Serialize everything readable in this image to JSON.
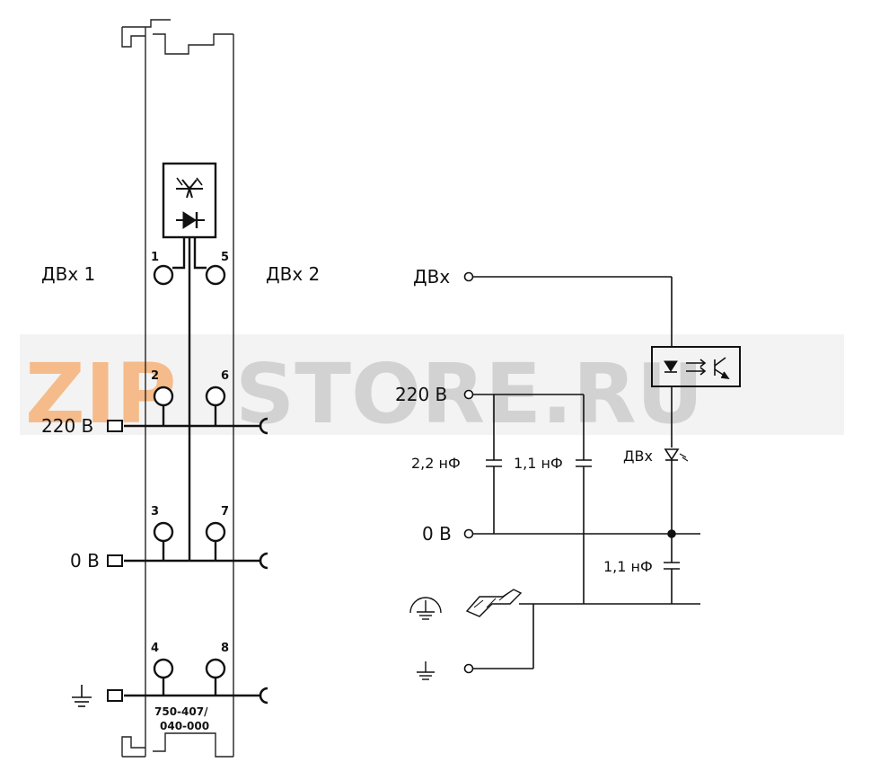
{
  "watermark": {
    "text_a": "ZIP",
    "text_b": "STORE.RU",
    "color_a": "#f2a564",
    "color_b": "#c8c8c8"
  },
  "module": {
    "label_left": "ДВх 1",
    "label_right": "ДВх 2",
    "terminals": [
      "1",
      "5",
      "2",
      "6",
      "3",
      "7",
      "4",
      "8"
    ],
    "rail_220": "220 В",
    "rail_0": "0 В",
    "article_line1": "750-407/",
    "article_line2": "040-000"
  },
  "schematic": {
    "input_label": "ДВх",
    "supply_label": "220 В",
    "zero_label": "0 В",
    "cap1_label": "2,2 нФ",
    "cap2_label": "1,1 нФ",
    "cap3_label": "1,1 нФ",
    "led_label": "ДВх"
  }
}
